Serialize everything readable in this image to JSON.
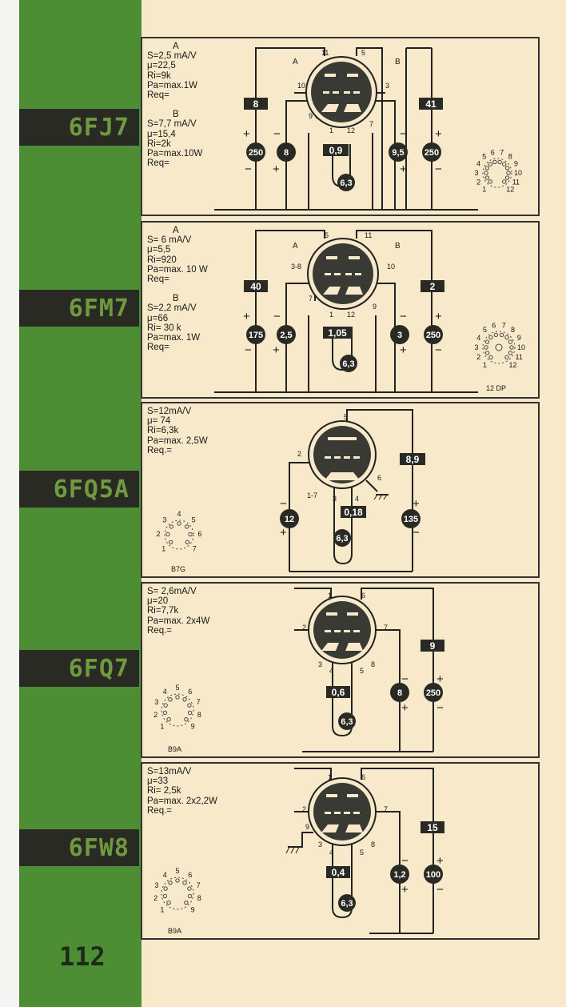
{
  "page_number": "112",
  "tubes": [
    {
      "name": "6FJ7",
      "specs": [
        {
          "heading": "A",
          "lines": [
            "S=2,5 mA/V",
            "μ=22,5",
            "Ri=9k",
            "Pa=max.1W",
            "Req="
          ]
        },
        {
          "heading": "B",
          "lines": [
            "S=7,7 mA/V",
            "μ=15,4",
            "Ri=2k",
            "Pa=max.10W",
            "Req="
          ]
        }
      ],
      "section_labels": [
        "A",
        "B"
      ],
      "pins": [
        "11",
        "5",
        "10",
        "3",
        "9",
        "1",
        "12",
        "7"
      ],
      "boxes": [
        "8",
        "0,9",
        "41"
      ],
      "circles": [
        "250",
        "8",
        "9,5",
        "250",
        "6,3"
      ],
      "socket_pins": [
        "1",
        "2",
        "3",
        "4",
        "5",
        "6",
        "7",
        "8",
        "9",
        "10",
        "11",
        "12"
      ],
      "socket_name": ""
    },
    {
      "name": "6FM7",
      "specs": [
        {
          "heading": "A",
          "lines": [
            "S= 6 mA/V",
            "μ=5,5",
            "Ri=920",
            "Pa=max. 10 W",
            "Req="
          ]
        },
        {
          "heading": "B",
          "lines": [
            "S=2,2 mA/V",
            "μ=66",
            "Ri= 30 k",
            "Pa=max. 1W",
            "Req="
          ]
        }
      ],
      "section_labels": [
        "A",
        "B"
      ],
      "pins": [
        "5",
        "11",
        "3-8",
        "10",
        "7",
        "1",
        "12",
        "9"
      ],
      "boxes": [
        "40",
        "1,05",
        "2"
      ],
      "circles": [
        "175",
        "2,5",
        "3",
        "250",
        "6,3"
      ],
      "socket_pins": [
        "1",
        "2",
        "3",
        "4",
        "5",
        "6",
        "7",
        "8",
        "9",
        "10",
        "11",
        "12"
      ],
      "socket_name": "12 DP"
    },
    {
      "name": "6FQ5A",
      "specs": [
        {
          "heading": "",
          "lines": [
            "S=12mA/V",
            "μ= 74",
            "Ri=6,3k",
            "Pa=max. 2,5W",
            "Req.="
          ]
        }
      ],
      "pins": [
        "5",
        "2",
        "6",
        "1-7",
        "3",
        "4"
      ],
      "boxes": [
        "8,9",
        "0,18"
      ],
      "circles": [
        "12",
        "135",
        "6,3"
      ],
      "socket_pins": [
        "1",
        "2",
        "3",
        "4",
        "5",
        "6",
        "7"
      ],
      "socket_name": "B7G"
    },
    {
      "name": "6FQ7",
      "specs": [
        {
          "heading": "",
          "lines": [
            "S= 2,6mA/V",
            "μ=20",
            "Ri=7,7k",
            "Pa=max. 2x4W",
            "Req.="
          ]
        }
      ],
      "pins": [
        "1",
        "6",
        "2",
        "7",
        "3",
        "4",
        "5",
        "8"
      ],
      "boxes": [
        "9",
        "0,6"
      ],
      "circles": [
        "8",
        "250",
        "6,3"
      ],
      "socket_pins": [
        "1",
        "2",
        "3",
        "4",
        "5",
        "6",
        "7",
        "8",
        "9"
      ],
      "socket_name": "B9A"
    },
    {
      "name": "6FW8",
      "specs": [
        {
          "heading": "",
          "lines": [
            "S=13mA/V",
            "μ=33",
            "Ri= 2,5k",
            "Pa=max. 2x2,2W",
            "Req.="
          ]
        }
      ],
      "pins": [
        "1",
        "6",
        "2",
        "7",
        "9",
        "3",
        "4",
        "5",
        "8"
      ],
      "boxes": [
        "15",
        "0,4"
      ],
      "circles": [
        "1,2",
        "100",
        "6,3"
      ],
      "socket_pins": [
        "1",
        "2",
        "3",
        "4",
        "5",
        "6",
        "7",
        "8",
        "9"
      ],
      "socket_name": "B9A"
    }
  ]
}
